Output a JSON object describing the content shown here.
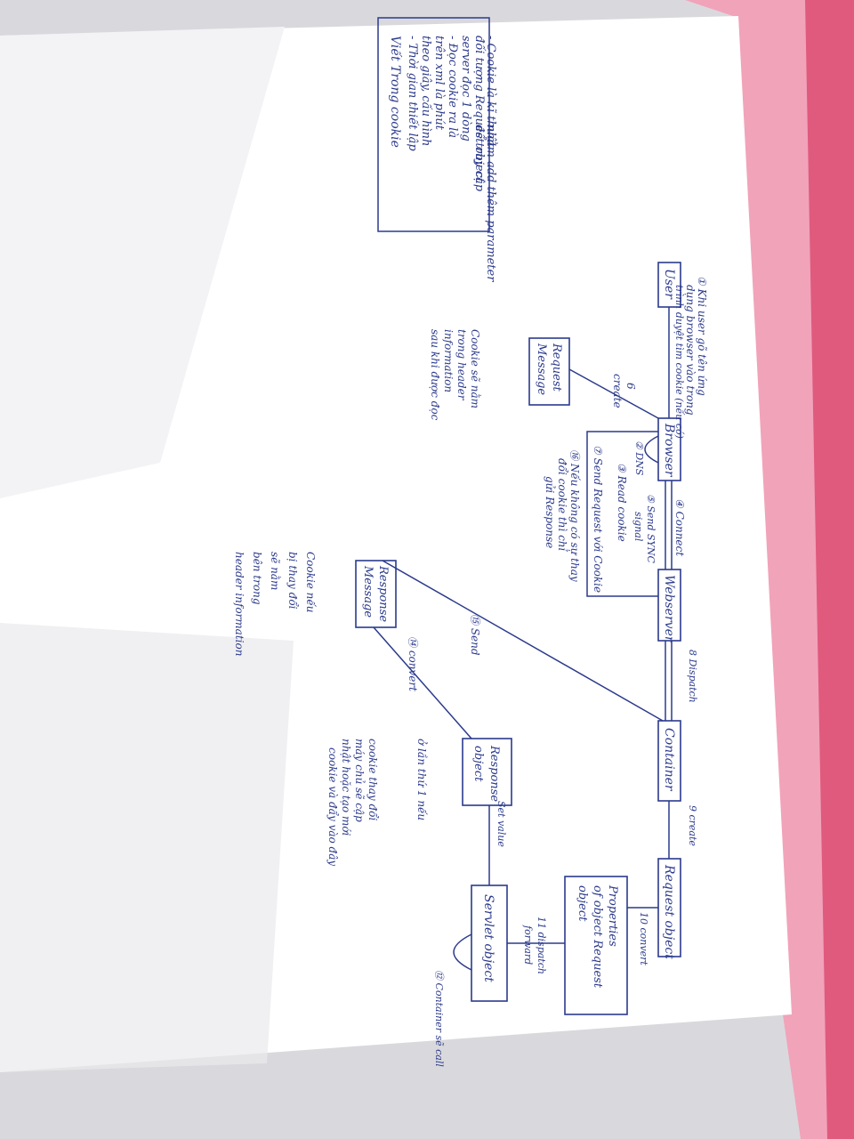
{
  "notes": {
    "title": "Viết Trong cookie",
    "lines": [
      "- Thời gian thiết lập",
      "theo giây, cấu hình",
      "trên xml là phút",
      "- Đọc cookie ra là",
      "server đọc 1 dòng",
      "đối tượng Request object",
      "để truy cập",
      "- Cookie là kĩ thuật",
      "nhằm add thêm parameter"
    ]
  },
  "boxes": {
    "user": "User",
    "browser": "Browser",
    "webserver": "Webserver",
    "container": "Container",
    "request_object": "Request object",
    "properties": [
      "Properties",
      "of object Request",
      "object"
    ],
    "servlet": "Servlet object",
    "response_object": [
      "Response",
      "object"
    ],
    "response_message": [
      "Response",
      "Message"
    ],
    "request_message": [
      "Request",
      "Message"
    ]
  },
  "labels": {
    "step1": [
      "① Khi user gõ tên ứng",
      "dụng browser vào trong",
      "trình duyệt tìm cookie (nếu có)"
    ],
    "step2": "② DNS",
    "step3": "③ Read cookie",
    "step4": "④ Connect",
    "step5": [
      "⑤ Send SYNC",
      "signal"
    ],
    "step6": [
      "6",
      "create"
    ],
    "step7": "⑦ Send Request với Cookie",
    "step8": "8 Dispatch",
    "step9": "9 create",
    "step10": "10 convert",
    "step11": [
      "11 dispatch",
      "forward"
    ],
    "step12": "⑫ Container sẽ call",
    "set_value": "Set value",
    "step14": "⑭ convert",
    "step15": "⑮ Send",
    "step16": [
      "⑯ Nếu không có sự thay",
      "đổi cookie thì chỉ",
      "gửi Response"
    ]
  },
  "notes_diagram": {
    "header_note": [
      "Cookie sẽ nằm",
      "trong header",
      "information",
      "sau khi được đọc"
    ],
    "first_time_note": [
      "ở lần thứ 1 nếu",
      "cookie thay đổi",
      "máy chủ sẽ cập",
      "nhật hoặc tạo mới",
      "cookie và đẩy vào đây"
    ],
    "changed_note": [
      "Cookie nếu",
      "bị thay đổi",
      "sẽ nằm",
      "bên trong",
      "header information"
    ]
  }
}
